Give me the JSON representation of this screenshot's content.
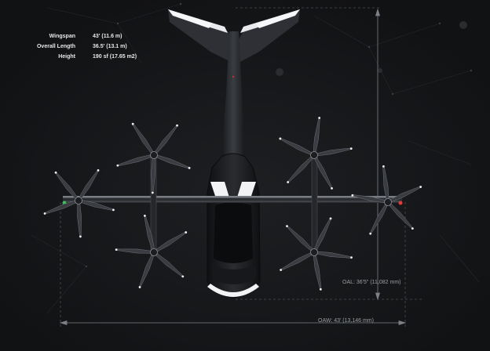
{
  "specs": [
    {
      "label": "Wingspan",
      "value": "43' (11.6 m)"
    },
    {
      "label": "Overall Length",
      "value": "36.5' (13.1 m)"
    },
    {
      "label": "Height",
      "value": "190 sf (17.65 m2)"
    }
  ],
  "dimensions": {
    "overall_length": "OAL: 36'5\" (11,082 mm)",
    "overall_width": "OAW: 43' (13,146 mm)"
  },
  "colors": {
    "background": "#151618",
    "fuselage": "#2b2d31",
    "tail": "#e8eaee",
    "nav_light_left": "#3fbf5a",
    "nav_light_right": "#e23b3b"
  }
}
